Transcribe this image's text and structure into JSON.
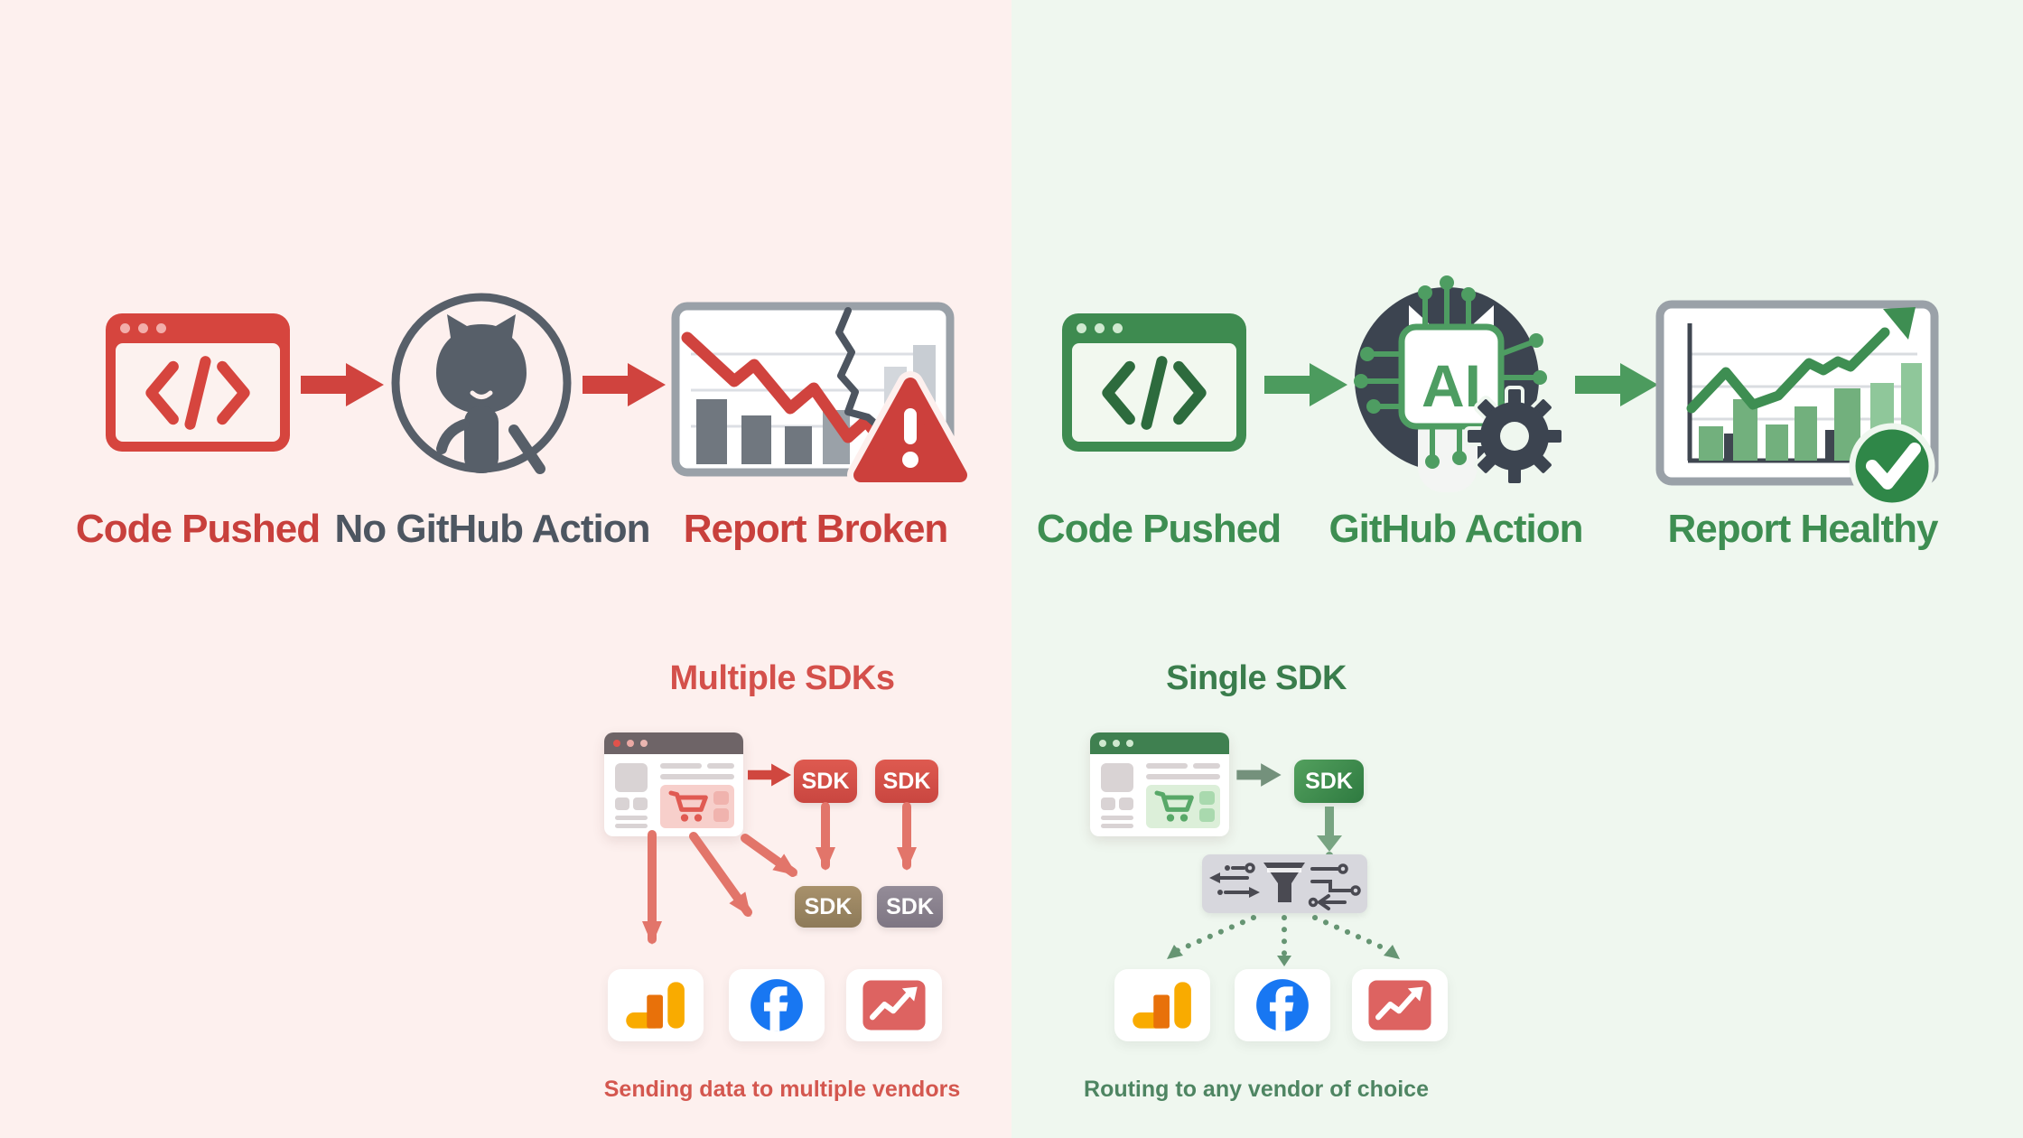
{
  "left": {
    "flow": {
      "step1": "Code Pushed",
      "step2": "No GitHub Action",
      "step3": "Report Broken"
    },
    "sdk": {
      "title": "Multiple SDKs",
      "boxes": [
        "SDK",
        "SDK",
        "SDK",
        "SDK"
      ],
      "caption": "Sending data to multiple vendors"
    }
  },
  "right": {
    "flow": {
      "step1": "Code Pushed",
      "step2": "GitHub Action",
      "step3": "Report Healthy",
      "chip": "AI"
    },
    "sdk": {
      "title": "Single SDK",
      "boxes": [
        "SDK"
      ],
      "caption": "Routing to any vendor of choice"
    }
  },
  "icons": {
    "vendors": [
      "google-analytics-icon",
      "facebook-icon",
      "trend-chart-icon"
    ],
    "flow_left": [
      "code-window-icon",
      "github-octocat-icon",
      "broken-report-icon",
      "warning-triangle-icon"
    ],
    "flow_right": [
      "code-window-icon",
      "ai-chip-gear-icon",
      "healthy-report-icon",
      "check-circle-icon"
    ],
    "router": "funnel-router-icon",
    "shop": "shopping-cart-icon"
  },
  "colors": {
    "left_bg": "#fdf0ee",
    "right_bg": "#eff7ef",
    "red_accent": "#c8403c",
    "green_accent": "#3e8e52",
    "dark_gray": "#4d5661",
    "salmon_arrow": "#e2756a",
    "facebook_blue": "#1877f2",
    "ga_amber": "#f9ab00",
    "ga_orange": "#e8710a"
  }
}
